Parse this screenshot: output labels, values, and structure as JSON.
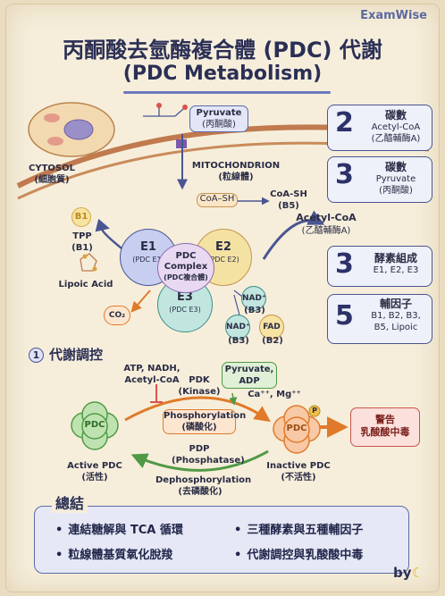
{
  "brand": "ExamWise",
  "title": "丙酮酸去氫酶複合體 (PDC) 代謝",
  "subtitle": "(PDC Metabolism)",
  "cytosol": {
    "en": "CYTOSOL",
    "zh": "(細胞質)"
  },
  "pyruvate": {
    "en": "Pyruvate",
    "zh": "(丙酮酸)"
  },
  "mito": {
    "en": "MITOCHONDRION",
    "zh": "(粒線體)"
  },
  "coash": {
    "a": "CoA–SH",
    "b": "CoA-SH",
    "c": "(B5)"
  },
  "acetyl": {
    "en": "Acetyl-CoA",
    "zh": "(乙醯輔酶A)"
  },
  "tpp": {
    "icon": "B1",
    "en": "TPP",
    "zh": "(B1)"
  },
  "lipoic": "Lipoic Acid",
  "e1": {
    "h": "E1",
    "s": "(PDC E1)"
  },
  "e2": {
    "h": "E2",
    "s": "(PDC E2)"
  },
  "e3": {
    "h": "E3",
    "s": "(PDC E3)"
  },
  "complex": {
    "a": "PDC",
    "b": "Complex",
    "c": "(PDC複合體)"
  },
  "co2": "CO₂",
  "nad1": {
    "a": "NAD⁺",
    "b": "(B3)"
  },
  "nad2": {
    "a": "NAD⁺",
    "b": "(B3)"
  },
  "fad": {
    "a": "FAD",
    "b": "(B2)"
  },
  "cards": [
    {
      "num": "2",
      "h": "碳數",
      "l1": "Acetyl-CoA",
      "l2": "(乙醯輔酶A)"
    },
    {
      "num": "3",
      "h": "碳數",
      "l1": "Pyruvate",
      "l2": "(丙酮酸)"
    },
    {
      "num": "3",
      "h": "酵素組成",
      "l1": "E1, E2, E3",
      "l2": ""
    },
    {
      "num": "5",
      "h": "輔因子",
      "l1": "B1, B2, B3,",
      "l2": "B5, Lipoic"
    }
  ],
  "section": {
    "n": "1",
    "t": "代謝調控"
  },
  "atp": {
    "a": "ATP, NADH,",
    "b": "Acetyl-CoA"
  },
  "pdk": {
    "a": "PDK",
    "b": "(Kinase)"
  },
  "pyrAdp": {
    "a": "Pyruvate,",
    "b": "ADP"
  },
  "ca": "Ca⁺⁺, Mg⁺⁺",
  "phos": {
    "a": "Phosphorylation",
    "b": "(磷酸化)"
  },
  "pdp": {
    "a": "PDP",
    "b": "(Phosphatase)"
  },
  "dephos": {
    "a": "Dephosphorylation",
    "b": "(去磷酸化)"
  },
  "active": {
    "c": "PDC",
    "a": "Active PDC",
    "b": "(活性)"
  },
  "inactive": {
    "c": "PDC",
    "p": "P",
    "a": "Inactive PDC",
    "b": "(不活性)"
  },
  "warn": {
    "a": "警告",
    "b": "乳酸酸中毒"
  },
  "summary": {
    "title": "總結",
    "b1": "連結糖解與 TCA 循環",
    "b2": "三種酵素與五種輔因子",
    "b3": "粒線體基質氧化脫羧",
    "b4": "代謝調控與乳酸酸中毒"
  },
  "by": "by"
}
